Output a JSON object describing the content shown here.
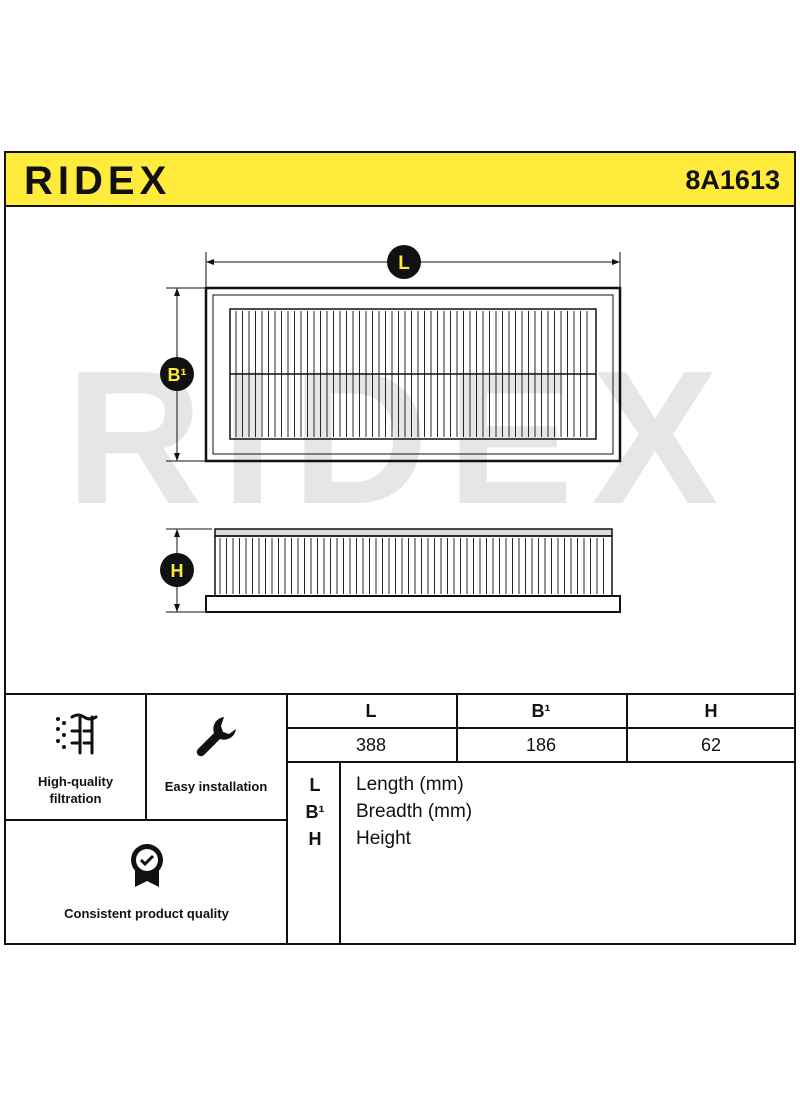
{
  "header": {
    "brand": "RIDEX",
    "part_number": "8A1613"
  },
  "drawing": {
    "watermark": "RIDEX",
    "dim_length": "L",
    "dim_breadth": "B¹",
    "dim_height": "H"
  },
  "features": [
    {
      "icon": "filtration-icon",
      "label_line1": "High-quality",
      "label_line2": "filtration"
    },
    {
      "icon": "wrench-icon",
      "label_line1": "Easy installation"
    },
    {
      "icon": "quality-badge-icon",
      "label_line1": "Consistent product quality"
    }
  ],
  "dimensions": {
    "headers": [
      "L",
      "B¹",
      "H"
    ],
    "values": [
      "388",
      "186",
      "62"
    ]
  },
  "legend": [
    {
      "key": "L",
      "desc": "Length (mm)"
    },
    {
      "key": "B¹",
      "desc": "Breadth (mm)"
    },
    {
      "key": "H",
      "desc": "Height"
    }
  ],
  "colors": {
    "accent": "#ffeb3b",
    "outline": "#111111",
    "watermark": "#e6e6e6"
  }
}
